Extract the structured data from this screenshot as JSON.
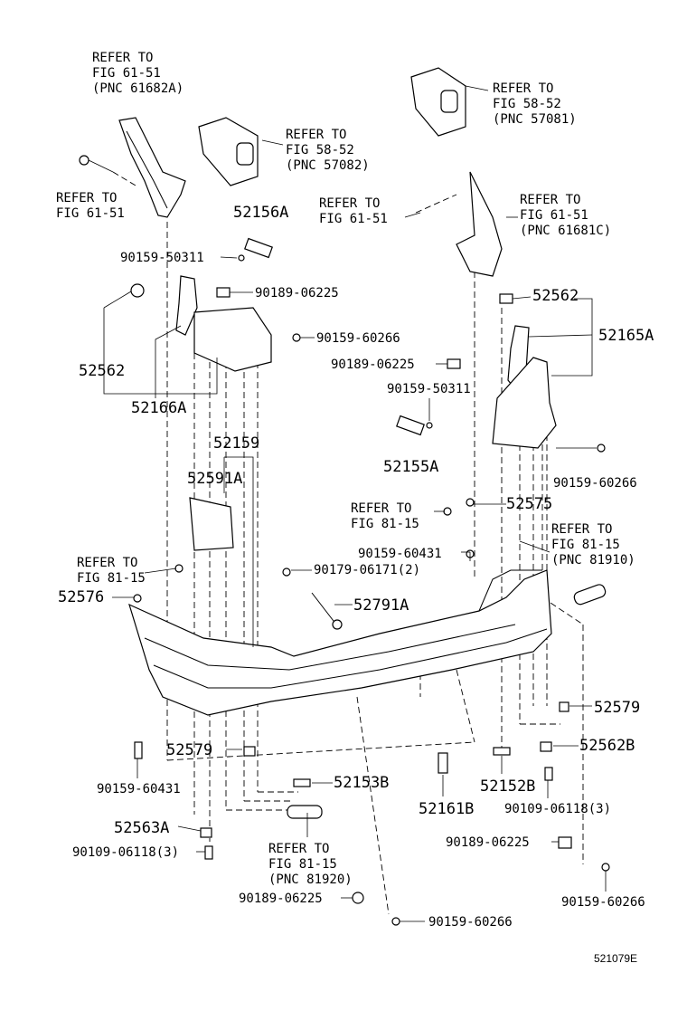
{
  "refs": {
    "ref_61_51_61682a": [
      "REFER TO",
      "FIG 61-51",
      "(PNC 61682A)"
    ],
    "ref_58_52_57081": [
      "REFER TO",
      "FIG 58-52",
      "(PNC 57081)"
    ],
    "ref_58_52_57082": [
      "REFER TO",
      "FIG 58-52",
      "(PNC 57082)"
    ],
    "ref_61_51_left": [
      "REFER TO",
      "FIG 61-51"
    ],
    "ref_61_51_center": [
      "REFER TO",
      "FIG 61-51"
    ],
    "ref_61_51_61681c": [
      "REFER TO",
      "FIG 61-51",
      "(PNC 61681C)"
    ],
    "ref_81_15_center": [
      "REFER TO",
      "FIG 81-15"
    ],
    "ref_81_15_81910": [
      "REFER TO",
      "FIG 81-15",
      "(PNC 81910)"
    ],
    "ref_81_15_left": [
      "REFER TO",
      "FIG 81-15"
    ],
    "ref_81_15_81920": [
      "REFER TO",
      "FIG 81-15",
      "(PNC 81920)"
    ]
  },
  "parts": {
    "p52156A": "52156A",
    "p90159_50311_top": "90159-50311",
    "p90189_06225_top": "90189-06225",
    "p90159_60266_mid": "90159-60266",
    "p52562_left": "52562",
    "p52166A": "52166A",
    "p52562_right": "52562",
    "p52165A": "52165A",
    "p90189_06225_mid": "90189-06225",
    "p90159_50311_mid": "90159-50311",
    "p52155A": "52155A",
    "p90159_60266_right": "90159-60266",
    "p52159": "52159",
    "p52591A": "52591A",
    "p52575": "52575",
    "p90159_60431_mid": "90159-60431",
    "p90179_06171": "90179-06171(2)",
    "p52576": "52576",
    "p52791A": "52791A",
    "p52579_right": "52579",
    "p52579_left": "52579",
    "p52562B": "52562B",
    "p90159_60431_left": "90159-60431",
    "p52153B": "52153B",
    "p52161B": "52161B",
    "p52152B": "52152B",
    "p90109_06118_right": "90109-06118(3)",
    "p52563A": "52563A",
    "p90109_06118_left": "90109-06118(3)",
    "p90189_06225_right": "90189-06225",
    "p90189_06225_bottom": "90189-06225",
    "p90159_60266_right_bottom": "90159-60266",
    "p90159_60266_bottom": "90159-60266"
  },
  "diagram_id": "521079E"
}
